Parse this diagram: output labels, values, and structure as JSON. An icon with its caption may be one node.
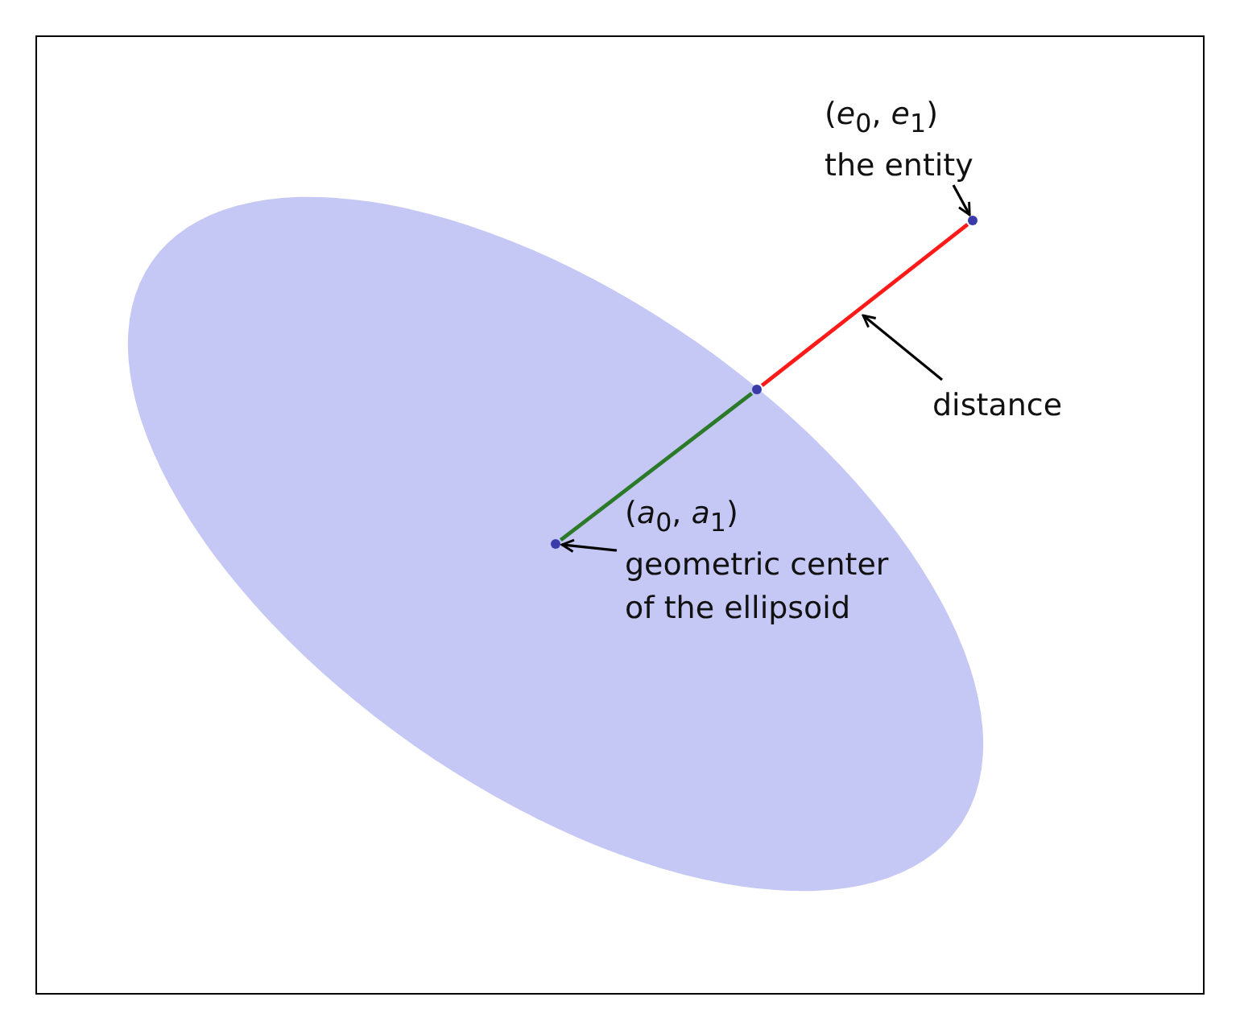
{
  "diagram": {
    "nodes": [
      {
        "text": [
          "(*e*$_{0}$, *e*$_{1}$)",
          "the entity"
        ]
      },
      {
        "text": [],
        "shape": "circle"
      },
      {
        "text": [],
        "shape": "circle"
      },
      {
        "text": [],
        "shape": "circle"
      },
      {
        "text": [
          "(*a*$_{0}$, *a*$_{1}$)",
          "geometric center of the ellipsoid"
        ]
      },
      {
        "text": [
          "distance"
        ]
      }
    ],
    "edges": [
      {
        "from": 0,
        "to": 1,
        "arrow": "to"
      },
      {
        "from": 2,
        "to": 1,
        "arrow": "none",
        "color": "#ff1a1a"
      },
      {
        "from": 3,
        "to": 2,
        "arrow": "none",
        "color": "#2a7a2a"
      },
      {
        "from": 4,
        "to": 3,
        "arrow": "to"
      },
      {
        "from": 5,
        "to": null,
        "arrow": "to"
      }
    ]
  }
}
